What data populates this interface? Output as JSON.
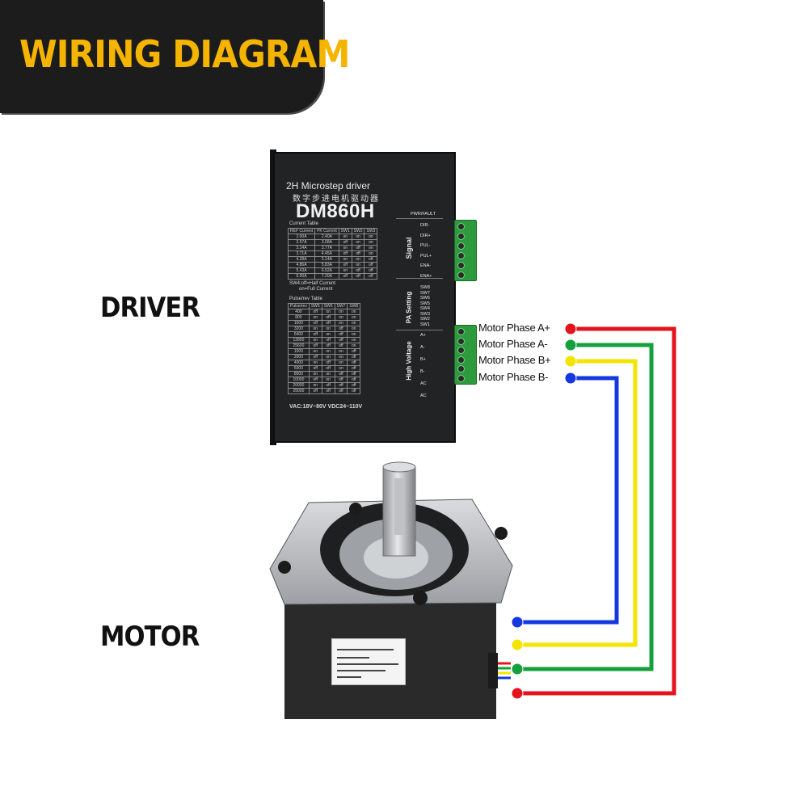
{
  "banner": {
    "title": "WIRING DIAGRAM",
    "background": "#1c1c1c",
    "text_color": "#f5b400"
  },
  "labels": {
    "driver": "DRIVER",
    "motor": "MOTOR"
  },
  "driver": {
    "header": "2H Microstep driver",
    "chinese": "数字步进电机驱动器",
    "model": "DM860H",
    "current_table_title": "Current Table",
    "current_table": [
      [
        "REF Current",
        "PK Current",
        "SW1",
        "SW2",
        "SW3"
      ],
      [
        "2.00A",
        "2.40A",
        "on",
        "on",
        "on"
      ],
      [
        "2.57A",
        "3.08A",
        "off",
        "on",
        "on"
      ],
      [
        "3.14A",
        "3.77A",
        "on",
        "off",
        "on"
      ],
      [
        "3.71A",
        "4.45A",
        "off",
        "off",
        "on"
      ],
      [
        "4.28A",
        "5.14A",
        "on",
        "on",
        "off"
      ],
      [
        "4.86A",
        "5.83A",
        "off",
        "on",
        "off"
      ],
      [
        "5.43A",
        "6.52A",
        "on",
        "off",
        "off"
      ],
      [
        "6.00A",
        "7.20A",
        "off",
        "off",
        "off"
      ]
    ],
    "sw4_note_1": "SW4:off=Half Current",
    "sw4_note_2": "on=Full Current",
    "pulse_table_title": "Pulse/rev Table",
    "pulse_table": [
      [
        "Pulse/rev",
        "SW5",
        "SW6",
        "SW7",
        "SW8"
      ],
      [
        "400",
        "off",
        "on",
        "on",
        "on"
      ],
      [
        "800",
        "on",
        "off",
        "on",
        "on"
      ],
      [
        "1600",
        "off",
        "off",
        "on",
        "on"
      ],
      [
        "3200",
        "on",
        "on",
        "off",
        "on"
      ],
      [
        "6400",
        "off",
        "on",
        "off",
        "on"
      ],
      [
        "12800",
        "on",
        "off",
        "off",
        "on"
      ],
      [
        "25600",
        "off",
        "off",
        "off",
        "on"
      ],
      [
        "1000",
        "on",
        "on",
        "on",
        "off"
      ],
      [
        "2000",
        "off",
        "on",
        "on",
        "off"
      ],
      [
        "4000",
        "on",
        "off",
        "on",
        "off"
      ],
      [
        "5000",
        "off",
        "off",
        "on",
        "off"
      ],
      [
        "8000",
        "on",
        "on",
        "off",
        "off"
      ],
      [
        "10000",
        "off",
        "on",
        "off",
        "off"
      ],
      [
        "20000",
        "on",
        "off",
        "off",
        "off"
      ],
      [
        "25000",
        "off",
        "off",
        "off",
        "off"
      ]
    ],
    "voltage": "VAC:18V~80V  VDC24~110V",
    "pwr_fault": "PWR/FAULT",
    "signal_label": "Signal",
    "signal_pins": [
      "DIR-",
      "DIR+",
      "PUL-",
      "PUL+",
      "ENA-",
      "ENA+"
    ],
    "pa_setting_label": "PA Setting",
    "sw_pins": [
      "SW8",
      "SW7",
      "SW6",
      "SW5",
      "SW4",
      "SW3",
      "SW2",
      "SW1"
    ],
    "high_voltage_label": "High Voltage",
    "power_pins": [
      "A+",
      "A-",
      "B+",
      "B-",
      "AC",
      "AC"
    ]
  },
  "wires": [
    {
      "label": "Motor Phase A+",
      "color": "#e3141b"
    },
    {
      "label": "Motor Phase A-",
      "color": "#14a03c"
    },
    {
      "label": "Motor Phase B+",
      "color": "#f2e500"
    },
    {
      "label": "Motor Phase B-",
      "color": "#1438e0"
    }
  ],
  "motor_wire_order": [
    "#1438e0",
    "#f2e500",
    "#14a03c",
    "#e3141b"
  ],
  "colors": {
    "terminal_green": "#2e9a3e",
    "driver_body": "#222325"
  }
}
